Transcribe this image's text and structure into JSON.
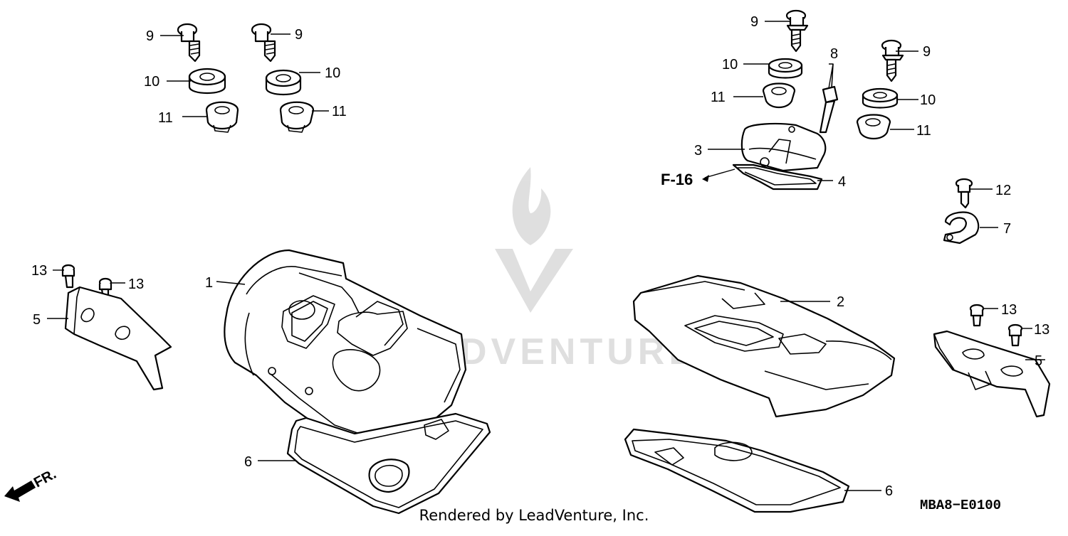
{
  "diagram": {
    "callouts": [
      "1",
      "2",
      "3",
      "4",
      "5",
      "5",
      "6",
      "6",
      "7",
      "8",
      "9",
      "9",
      "9",
      "9",
      "10",
      "10",
      "10",
      "10",
      "11",
      "11",
      "11",
      "11",
      "12",
      "13",
      "13",
      "13",
      "13"
    ],
    "ref_label": "F-16",
    "front_label": "FR.",
    "diagram_code": "MBA8−E0100",
    "watermark_text": "LEADVENTURE",
    "credit": "Rendered by LeadVenture, Inc."
  }
}
